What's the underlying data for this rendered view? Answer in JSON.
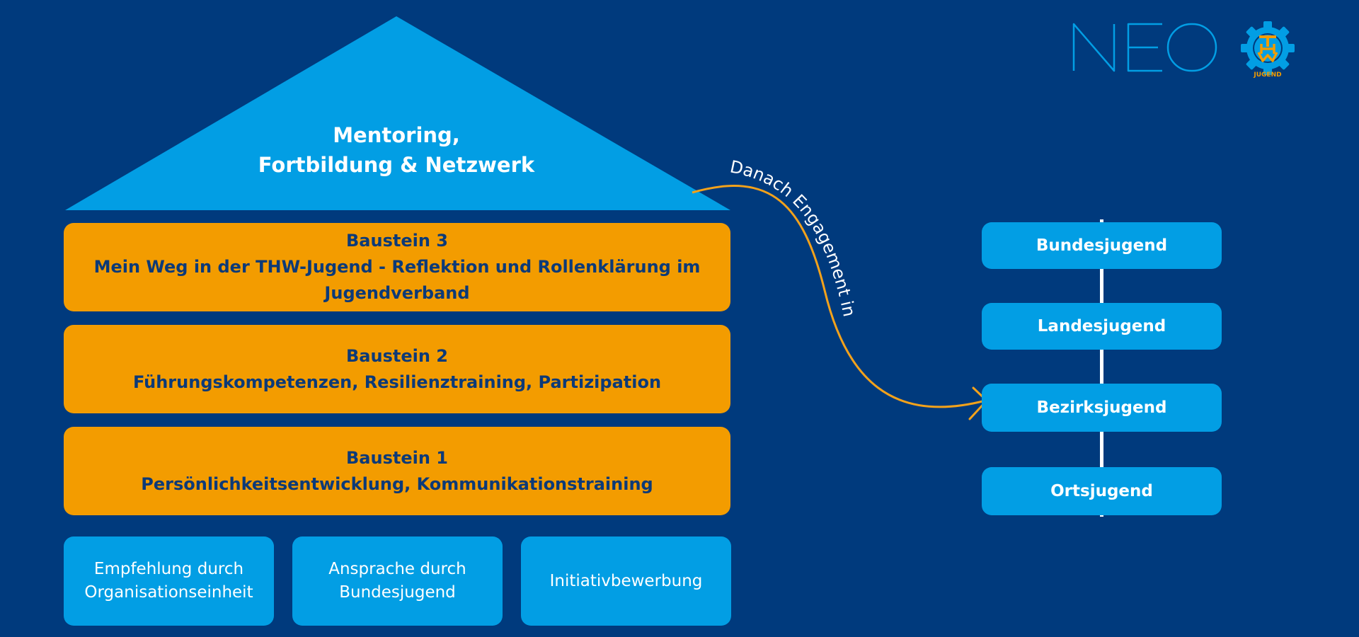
{
  "roof": {
    "line1": "Mentoring,",
    "line2": "Fortbildung & Netzwerk"
  },
  "bausteine": [
    {
      "title": "Baustein 3",
      "line1": "Mein Weg in der THW-Jugend - Reflektion und Rollenklärung im",
      "line2": "Jugendverband"
    },
    {
      "title": "Baustein 2",
      "line1": "Führungskompetenzen, Resilienztraining, Partizipation"
    },
    {
      "title": "Baustein 1",
      "line1": "Persönlichkeitsentwicklung, Kommunikationstraining"
    }
  ],
  "entries": [
    {
      "line1": "Empfehlung durch",
      "line2": "Organisationseinheit"
    },
    {
      "line1": "Ansprache durch",
      "line2": "Bundesjugend"
    },
    {
      "line1": "Initiativbewerbung"
    }
  ],
  "arrow_label": "Danach Engagement in",
  "levels": [
    "Bundesjugend",
    "Landesjugend",
    "Bezirksjugend",
    "Ortsjugend"
  ],
  "logos": {
    "neo": "NEO",
    "thw_letters": "THW",
    "thw_ring": "JUGEND"
  },
  "colors": {
    "background": "#003a7d",
    "light_blue": "#029ee4",
    "orange": "#f39c00",
    "dark_text": "#0c3a78",
    "arrow": "#f3a21b",
    "white": "#ffffff"
  }
}
